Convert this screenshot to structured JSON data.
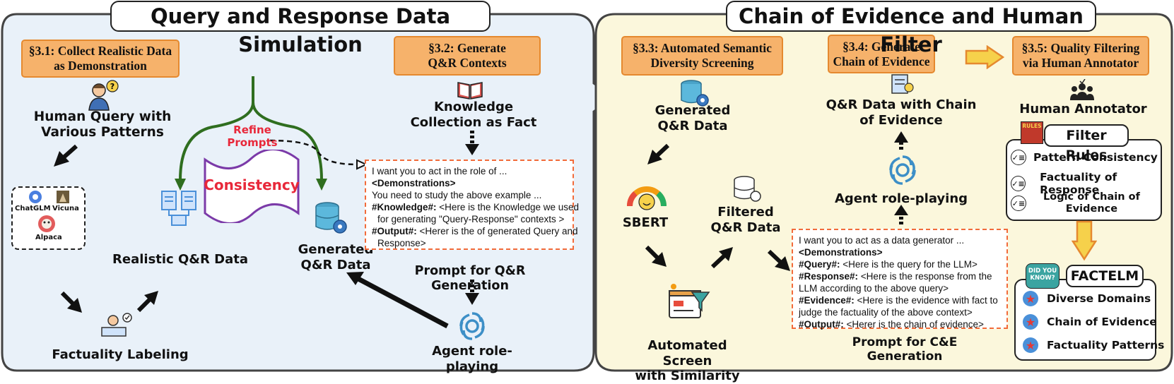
{
  "left_panel": {
    "title": "Query and Response Data Simulation",
    "sec31": {
      "line1": "§3.1: Collect Realistic Data",
      "line2": "as Demonstration"
    },
    "sec32": {
      "line1": "§3.2: Generate",
      "line2": "Q&R Contexts"
    },
    "human_query": {
      "line1": "Human Query with",
      "line2": "Various Patterns"
    },
    "models": [
      "ChatGLM",
      "Vicuna",
      "Alpaca"
    ],
    "realistic_qr": "Realistic Q&R Data",
    "factuality_labeling": "Factuality Labeling",
    "refine_prompts": {
      "line1": "Refine",
      "line2": "Prompts"
    },
    "consistency": "Consistency",
    "generated_qr": {
      "line1": "Generated",
      "line2": "Q&R Data"
    },
    "knowledge": {
      "line1": "Knowledge",
      "line2": "Collection as Fact"
    },
    "prompt_box": {
      "l1": "I  want you to act in the role of ...",
      "l2": "<Demonstrations>",
      "l3": "You need to study the above example ...",
      "l4_tag": "#Knowledge#:",
      "l4_text": " <Here is the Knowledge we used",
      "l5": "for generating \"Query-Response\" contexts >",
      "l6_tag": "#Output#:",
      "l6_text": " <Herer is the of generated Query and",
      "l7": "Response>"
    },
    "prompt_caption": "Prompt for Q&R Generation",
    "agent": "Agent role-playing"
  },
  "right_panel": {
    "title": "Chain of Evidence and Human Filter",
    "sec33": {
      "line1": "§3.3:  Automated Semantic",
      "line2": "Diversity Screening"
    },
    "sec34": {
      "line1": "§3.4: Generate",
      "line2": "Chain of Evidence"
    },
    "sec35": {
      "line1": "§3.5: Quality Filtering",
      "line2": "via Human Annotator"
    },
    "generated_qr": {
      "line1": "Generated",
      "line2": "Q&R Data"
    },
    "sbert": "SBERT",
    "filtered_qr": {
      "line1": "Filtered",
      "line2": "Q&R Data"
    },
    "auto_screen": {
      "line1": "Automated Screen",
      "line2": "with Similarity"
    },
    "qr_chain": {
      "line1": "Q&R Data with Chain",
      "line2": "of Evidence"
    },
    "agent": "Agent role-playing",
    "prompt_box": {
      "l1": "I want you to act as a data generator ...",
      "l2": "<Demonstrations>",
      "l3_tag": "#Query#:",
      "l3_text": " <Here is the query for the LLM>",
      "l4_tag": "#Response#:",
      "l4_text": " <Here is the response from the",
      "l5": "LLM according to the above query>",
      "l6_tag": "#Evidence#:",
      "l6_text": " <Here is the evidence with fact to",
      "l7": "judge the factuality of the above context>",
      "l8_tag": "#Output#:",
      "l8_text": " <Herer is the chain of evidence>"
    },
    "prompt_caption": {
      "line1": "Prompt for C&E",
      "line2": "Generation"
    },
    "human_annotator": "Human Annotator",
    "rules_badge": "RULES",
    "filter_rules": "Filter Rules",
    "rules": [
      "Pattern Consistency",
      "Factuality of Response",
      "Logic of Chain of",
      "Evidence"
    ],
    "did_you_know": "DID YOU KNOW?",
    "factelm": "FACTELM",
    "features": [
      "Diverse Domains",
      "Chain of Evidence",
      "Factuality Patterns"
    ]
  },
  "colors": {
    "left_bg": "#e9f1f9",
    "right_bg": "#fbf7dc",
    "section_fill": "#f6b26b",
    "prompt_border": "#f26b3a",
    "consistency_text": "#e8283a",
    "consistency_shape": "#7b3aa8",
    "green_arrow": "#2f6e1f",
    "refine_text": "#e8283a"
  }
}
